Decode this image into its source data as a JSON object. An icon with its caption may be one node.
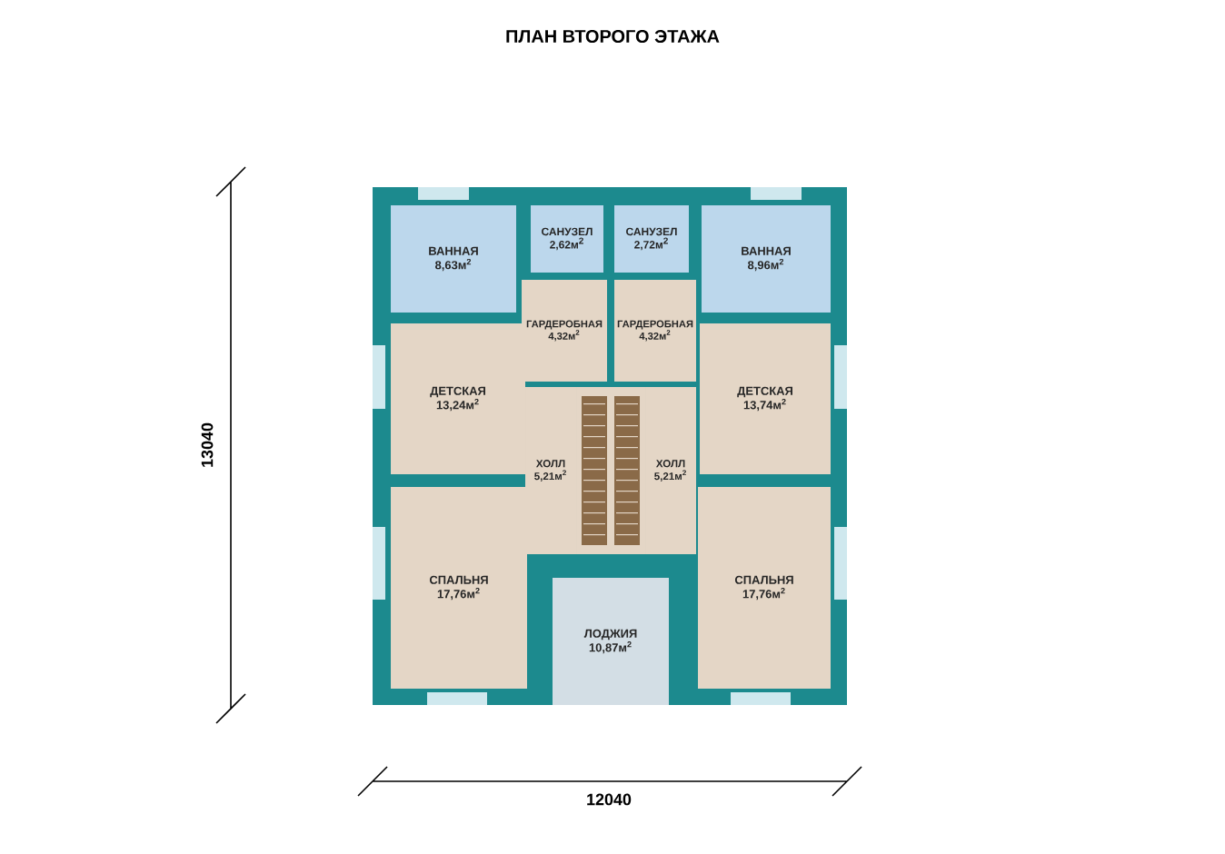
{
  "diagram": {
    "title": "ПЛАН ВТОРОГО ЭТАЖА",
    "nodes": [
      {
        "text": [
          "ВАННАЯ",
          "8,63м$^{2}$"
        ]
      },
      {
        "text": [
          "САНУЗЕЛ",
          "2,62м$^{2}$"
        ]
      },
      {
        "text": [
          "САНУЗЕЛ",
          "2,72м$^{2}$"
        ]
      },
      {
        "text": [
          "ВАННАЯ",
          "8,96м$^{2}$"
        ]
      },
      {
        "text": [
          "ГАРДЕРОБНАЯ",
          "4,32м$^{2}$"
        ]
      },
      {
        "text": [
          "ГАРДЕРОБНАЯ",
          "4,32м$^{2}$"
        ]
      },
      {
        "text": [
          "ДЕТСКАЯ",
          "13,24м$^{2}$"
        ]
      },
      {
        "text": [
          "ХОЛЛ",
          "5,21м$^{2}$"
        ]
      },
      {
        "text": [
          "ХОЛЛ",
          "5,21м$^{2}$"
        ]
      },
      {
        "text": [
          "ДЕТСКАЯ",
          "13,74м$^{2}$"
        ]
      },
      {
        "text": [
          "СПАЛЬНЯ",
          "17,76м$^{2}$"
        ]
      },
      {
        "text": [
          "СПАЛЬНЯ",
          "17,76м$^{2}$"
        ]
      },
      {
        "text": [
          "ЛОДЖИЯ",
          "10,87м$^{2}$"
        ]
      }
    ],
    "labels": [
      "13040",
      "12040"
    ]
  }
}
